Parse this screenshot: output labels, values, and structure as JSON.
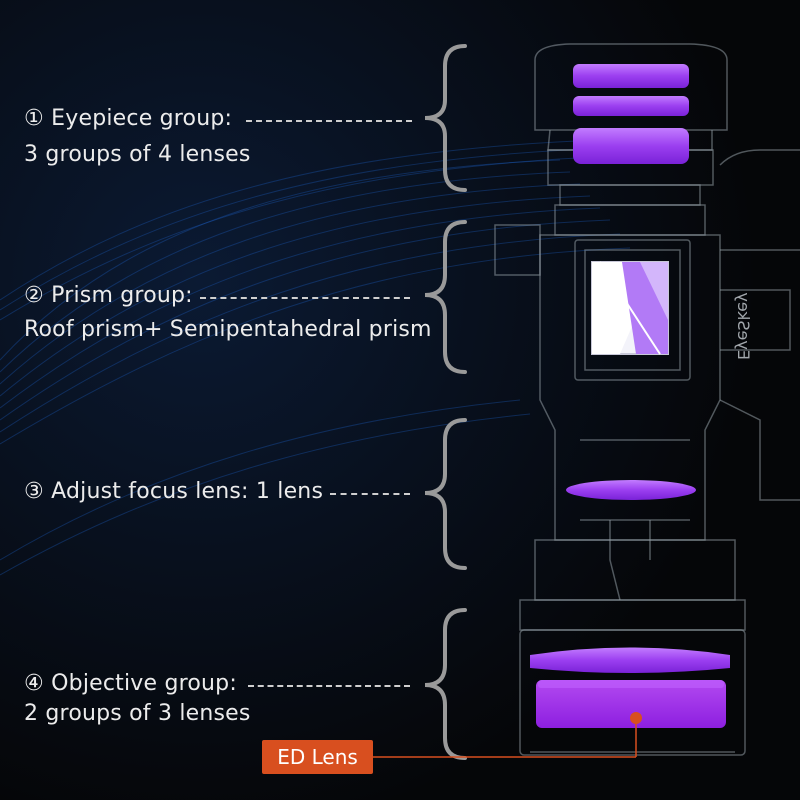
{
  "labels": [
    {
      "num": "①",
      "title": "Eyepiece group:",
      "sub": "3 groups of 4 lenses"
    },
    {
      "num": "②",
      "title": "Prism group:",
      "sub": "Roof prism+ Semipentahedral prism"
    },
    {
      "num": "③",
      "title": "Adjust focus lens: 1 lens",
      "sub": ""
    },
    {
      "num": "④",
      "title": "Objective group:",
      "sub": "2 groups of 3 lenses"
    }
  ],
  "callout": {
    "text": "ED Lens"
  },
  "body_text": "EyeSkey",
  "colors": {
    "background": "#050608",
    "lens": "#a24df0",
    "lens_light": "#d6a8ff",
    "bracket": "#9a9a9a",
    "callout": "#d84f1f",
    "wave": "#1d5fc4"
  }
}
